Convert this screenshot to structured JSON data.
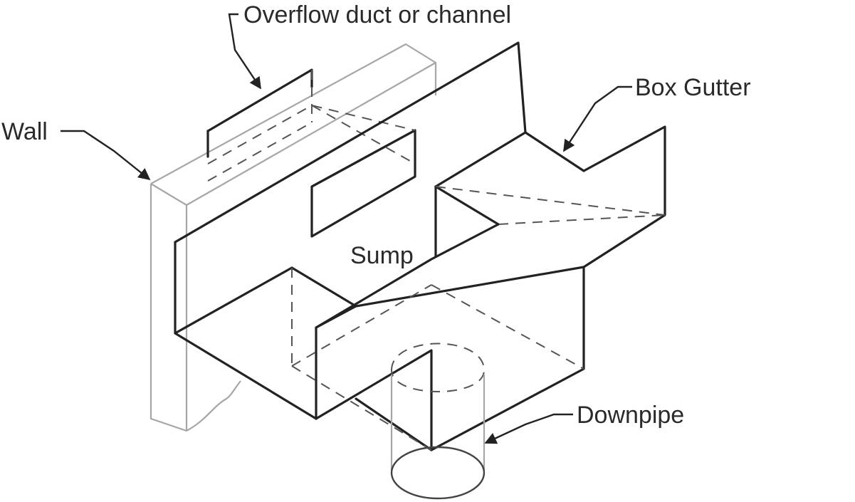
{
  "labels": {
    "overflow": "Overflow duct or channel",
    "box_gutter": "Box Gutter",
    "wall": "Wall",
    "sump": "Sump",
    "downpipe": "Downpipe"
  },
  "colors": {
    "line": "#222222",
    "wall": "#a6a6a6",
    "hidden": "#555555",
    "background": "#ffffff"
  }
}
